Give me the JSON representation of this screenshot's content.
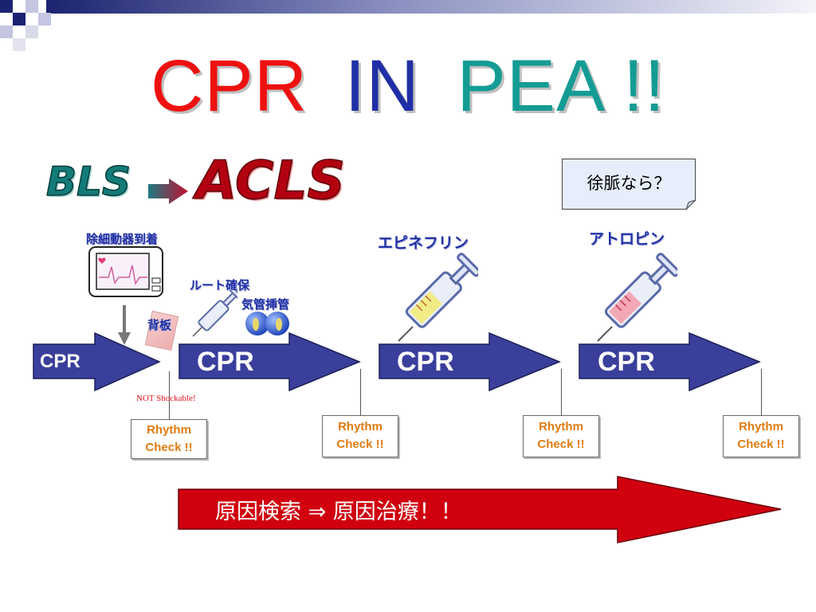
{
  "title": {
    "part1": "CPR",
    "part2": "IN",
    "part3": "PEA !!"
  },
  "colors": {
    "red": "#ee1111",
    "navy": "#1f2fa6",
    "teal": "#149c94",
    "dark_red": "#b30010",
    "orange": "#e07b10"
  },
  "bls": "BLS",
  "acls": "ACLS",
  "callout": "徐脈なら？",
  "labels": {
    "defib": "除細動器到着",
    "epinephrine": "エピネフリン",
    "atropine": "アトロピン",
    "iv_access": "ルート確保",
    "intubation": "気管挿管",
    "backboard": "背板",
    "not_shockable": "NOT Shockable!"
  },
  "cpr_arrows": [
    "CPR",
    "CPR",
    "CPR",
    "CPR"
  ],
  "rhythm_checks": [
    {
      "line1": "Rhythm",
      "line2": "Check !!"
    },
    {
      "line1": "Rhythm",
      "line2": "Check !!"
    },
    {
      "line1": "Rhythm",
      "line2": "Check !!"
    },
    {
      "line1": "Rhythm",
      "line2": "Check !!"
    }
  ],
  "bottom_arrow": "原因検索 ⇒ 原因治療！！"
}
